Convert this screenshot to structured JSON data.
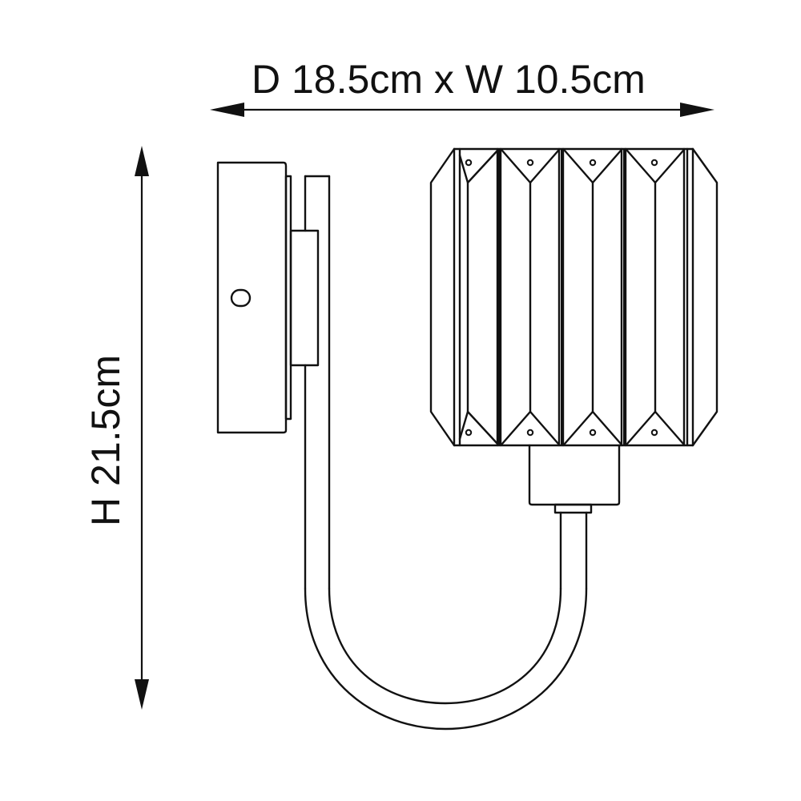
{
  "diagram": {
    "type": "technical dimension drawing",
    "subject": "wall light with faceted crystal shade, side view",
    "colors": {
      "background": "#ffffff",
      "line": "#111111"
    },
    "dimensions": {
      "horizontal_label": "D 18.5cm x W 10.5cm",
      "vertical_label": "H 21.5cm",
      "depth": "18.5cm",
      "width": "10.5cm",
      "height": "21.5cm"
    },
    "parts": [
      "wall-back-plate",
      "mounting-screw-slot",
      "curved-arm",
      "lamp-holder-fitting",
      "faceted-crystal-shade"
    ],
    "shade": {
      "visible_prisms": 4,
      "side_facets": 2,
      "screw_holes_per_end": 4
    }
  }
}
